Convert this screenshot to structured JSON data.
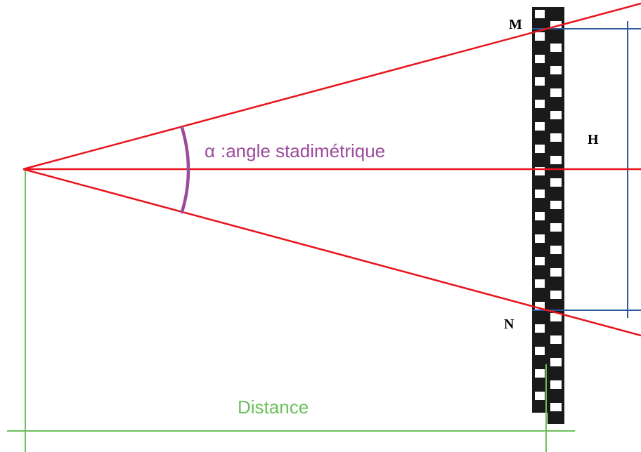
{
  "labels": {
    "top_point": "M",
    "bottom_point": "N",
    "height": "H",
    "alpha_symbol": "α",
    "angle_caption": ":angle stadimétrique",
    "distance": "Distance"
  },
  "colors": {
    "sight_lines": "#e8141c",
    "angle_arc": "#9b4a9c",
    "angle_text": "#9b4a9c",
    "height_bracket": "#2e5a9a",
    "distance_lines": "#6cc05c",
    "staff_dark": "#1a1a1a",
    "staff_light": "#ffffff",
    "text": "#000000"
  }
}
